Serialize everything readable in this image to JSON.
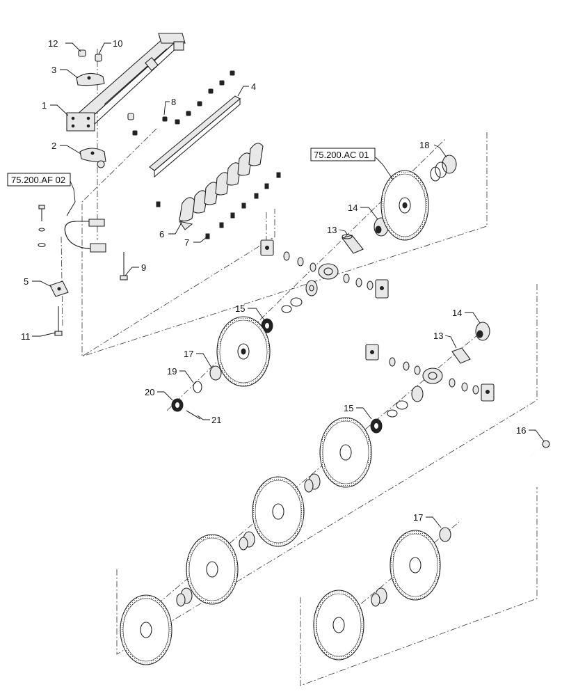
{
  "callouts": [
    {
      "id": "c12",
      "text": "12"
    },
    {
      "id": "c10",
      "text": "10"
    },
    {
      "id": "c3",
      "text": "3"
    },
    {
      "id": "c1",
      "text": "1"
    },
    {
      "id": "c2",
      "text": "2"
    },
    {
      "id": "c8",
      "text": "8"
    },
    {
      "id": "c4",
      "text": "4"
    },
    {
      "id": "c18",
      "text": "18"
    },
    {
      "id": "c14a",
      "text": "14"
    },
    {
      "id": "c13a",
      "text": "13"
    },
    {
      "id": "c6",
      "text": "6"
    },
    {
      "id": "c7",
      "text": "7"
    },
    {
      "id": "c9",
      "text": "9"
    },
    {
      "id": "c5",
      "text": "5"
    },
    {
      "id": "c11",
      "text": "11"
    },
    {
      "id": "c15a",
      "text": "15"
    },
    {
      "id": "c17a",
      "text": "17"
    },
    {
      "id": "c19",
      "text": "19"
    },
    {
      "id": "c20",
      "text": "20"
    },
    {
      "id": "c21",
      "text": "21"
    },
    {
      "id": "c14b",
      "text": "14"
    },
    {
      "id": "c13b",
      "text": "13"
    },
    {
      "id": "c15b",
      "text": "15"
    },
    {
      "id": "c16",
      "text": "16"
    },
    {
      "id": "c17b",
      "text": "17"
    }
  ],
  "references": {
    "ref_af": "75.200.AF 02",
    "ref_ac": "75.200.AC 01"
  }
}
